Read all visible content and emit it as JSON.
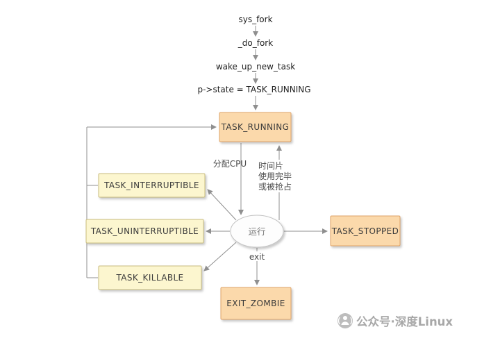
{
  "colors": {
    "orange_fill": "#FBD9AB",
    "orange_border": "#DFA468",
    "yellow_fill": "#FCF6CF",
    "yellow_border": "#C9BC7E",
    "arrow": "#8F8F8F",
    "watermark": "#A8A8A8"
  },
  "top_flow": {
    "step1": "sys_fork",
    "step2": "_do_fork",
    "step3": "wake_up_new_task",
    "step4": "p->state = TASK_RUNNING"
  },
  "nodes": {
    "task_running": "TASK_RUNNING",
    "task_interruptible": "TASK_INTERRUPTIBLE",
    "task_uninterruptible": "TASK_UNINTERRUPTIBLE",
    "task_killable": "TASK_KILLABLE",
    "task_stopped": "TASK_STOPPED",
    "exit_zombie": "EXIT_ZOMBIE",
    "running_state": "运行"
  },
  "edge_labels": {
    "allocate_cpu": "分配CPU",
    "timeslice_line1": "时间片",
    "timeslice_line2": "使用完毕",
    "timeslice_line3": "或被抢占",
    "exit_label": "exit"
  },
  "watermark": {
    "label": "公众号·深度Linux"
  }
}
